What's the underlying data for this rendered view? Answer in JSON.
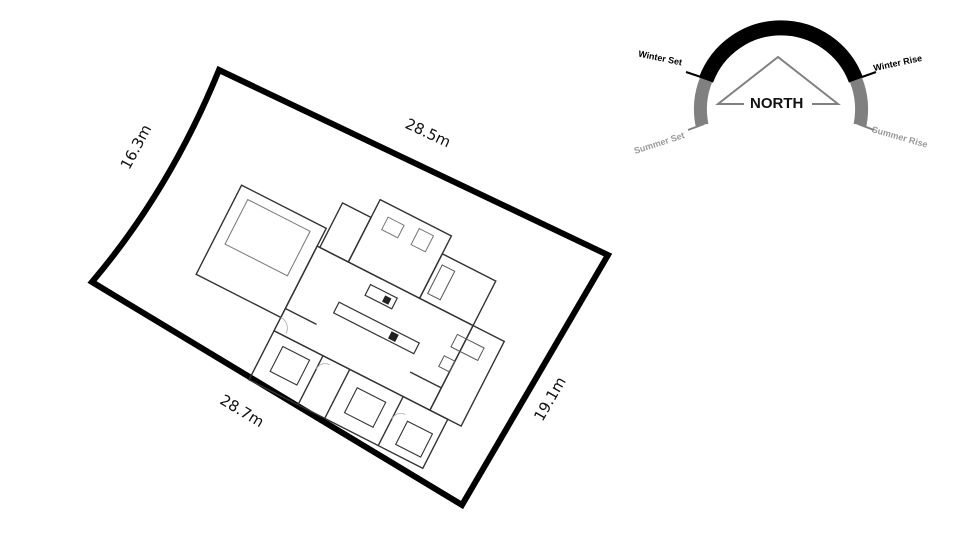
{
  "site_plan": {
    "boundary": {
      "color": "#000000",
      "dimensions": {
        "top": "28.5m",
        "left": "16.3m",
        "bottom": "28.7m",
        "right": "19.1m"
      }
    },
    "floor_plan": {
      "line_color": "#333333",
      "rotation_deg": 27
    }
  },
  "sun_compass": {
    "center_label": "NORTH",
    "winter_color": "#000000",
    "summer_color": "#808080",
    "labels": {
      "winter_set": "Winter Set",
      "winter_rise": "Winter Rise",
      "summer_set": "Summer Set",
      "summer_rise": "Summer Rise"
    }
  }
}
